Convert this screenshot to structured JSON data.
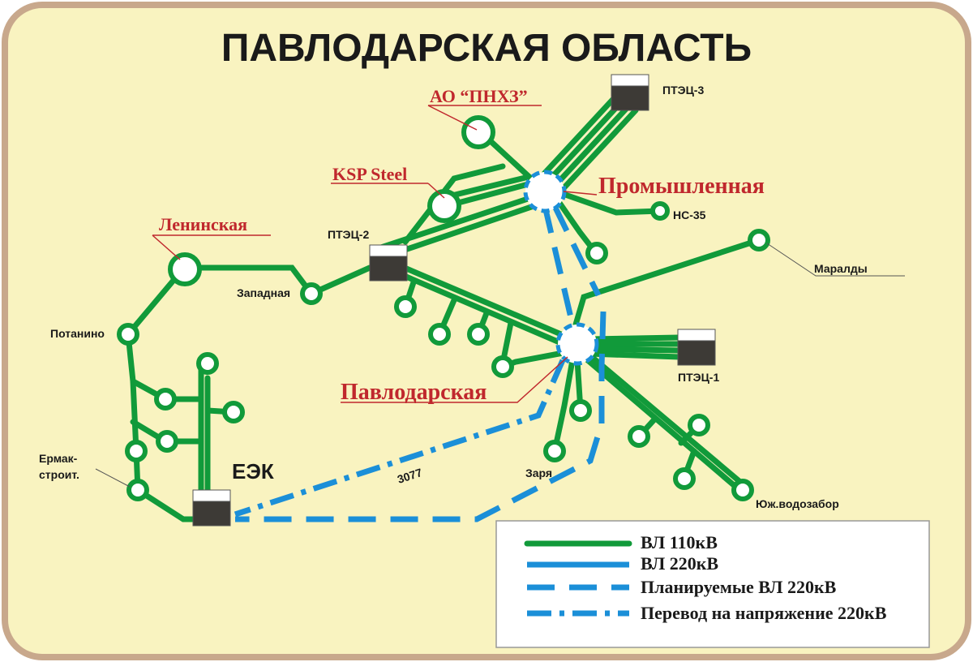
{
  "title": "ПАВЛОДАРСКАЯ ОБЛАСТЬ",
  "colors": {
    "background": "#f9f3c0",
    "border": "#c8a88c",
    "line_110": "#119a3a",
    "line_220": "#1b8fd8",
    "label_red": "#c0282d"
  },
  "labels": {
    "pnhz": "АО “ПНХЗ”",
    "ptec3": "ПТЭЦ-3",
    "promyshlennaya": "Промышленная",
    "ksp": "KSP Steel",
    "ns35": "НС-35",
    "leninskaya": "Ленинская",
    "ptec2": "ПТЭЦ-2",
    "maraldy": "Маралды",
    "zapadnaya": "Западная",
    "potanino": "Потанино",
    "pavlodarskaya": "Павлодарская",
    "ptec1": "ПТЭЦ-1",
    "ermak_1": "Ермак-",
    "ermak_2": "строит.",
    "eek": "ЕЭК",
    "line3077": "3077",
    "zarya": "Заря",
    "yuzh": "Юж.водозабор"
  },
  "legend": {
    "items": [
      {
        "label": "ВЛ 110кВ",
        "style": "solid-green"
      },
      {
        "label": "ВЛ 220кВ",
        "style": "solid-blue"
      },
      {
        "label": "Планируемые ВЛ 220кВ",
        "style": "dashed-blue"
      },
      {
        "label": "Перевод на напряжение 220кВ",
        "style": "dashdot-blue"
      }
    ]
  }
}
